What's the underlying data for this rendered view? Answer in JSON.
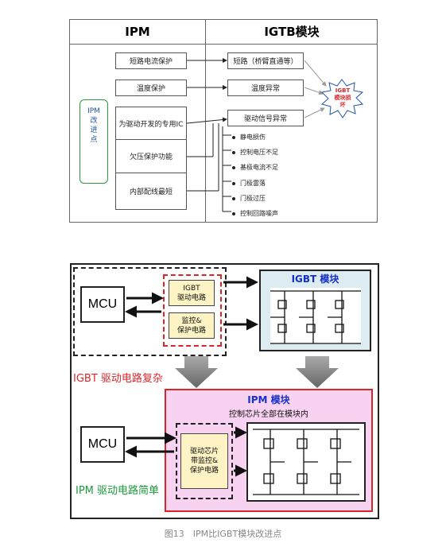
{
  "top_table": {
    "col_left": "IPM",
    "col_right": "IGTB模块",
    "ipm_label": "IPM\n改\n进\n点",
    "left_items": [
      "短路电流保护",
      "温度保护",
      "为驱动开发的专用IC",
      "欠压保护功能",
      "内部配线最短"
    ],
    "right_items": [
      "短路（桥臂直通等）",
      "温度异常",
      "驱动信号异常"
    ],
    "sub_items": [
      "静电损伤",
      "控制电压不足",
      "基极电流不足",
      "门极雷落",
      "门极过压",
      "控制回路噪声"
    ],
    "burst_label": "IGBT\n模块损\n坏"
  },
  "bottom_diagram": {
    "mcu_top": "MCU",
    "mcu_bottom": "MCU",
    "igbt_drive": "IGBT\n驱动电路",
    "monitor": "监控&\n保护电路",
    "igbt_module_title": "IGBT 模块",
    "igbt_complex": "IGBT 驱动电路复杂",
    "ipm_title": "IPM 模块",
    "ipm_subtitle": "控制芯片全部在模块内",
    "ipm_chip": "驱动芯片\n带监控&\n保护电路",
    "ipm_simple": "IPM 驱动电路简单"
  },
  "caption": "图13　IPM比IGBT模块改进点",
  "colors": {
    "red": "#d9262b",
    "green": "#1a9a3a",
    "blue": "#1530c8",
    "pink": "#f7d3f1",
    "teal": "#dcecf0"
  }
}
